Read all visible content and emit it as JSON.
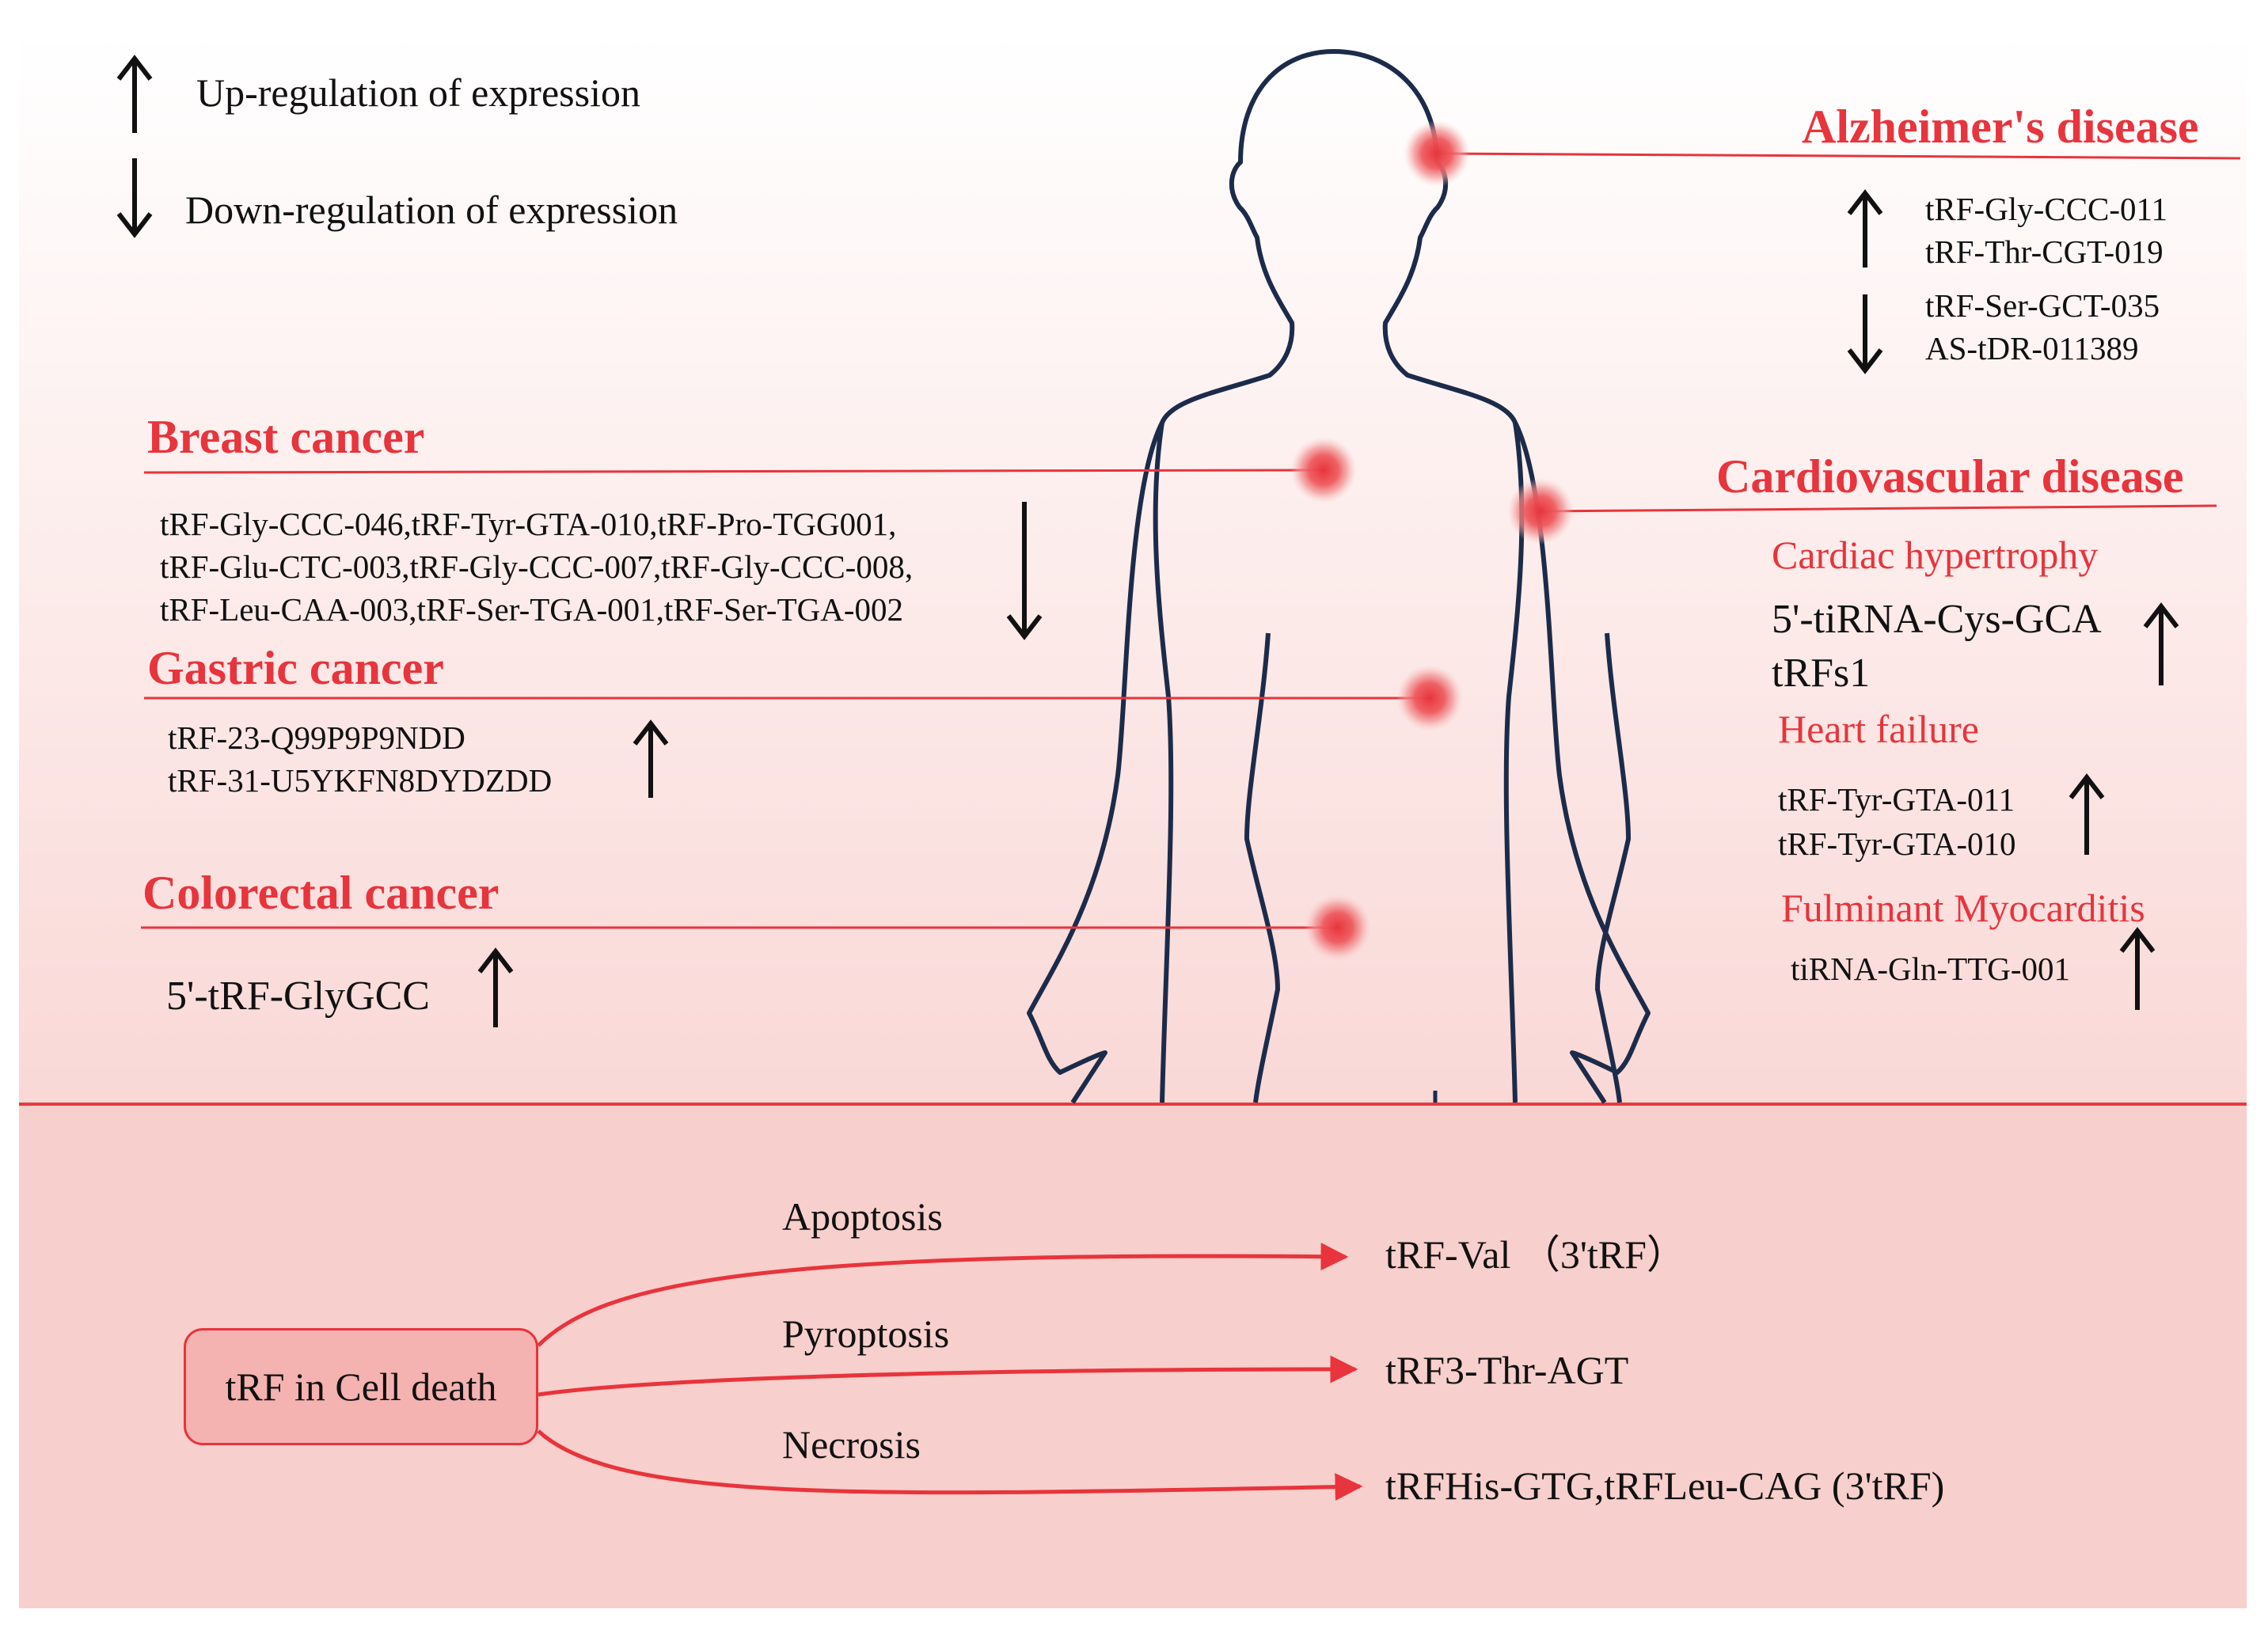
{
  "legend": {
    "up": "Up-regulation of expression",
    "down": "Down-regulation of expression"
  },
  "diseases": {
    "alzheimers": {
      "title": "Alzheimer's disease",
      "up_items": [
        "tRF-Gly-CCC-011",
        "tRF-Thr-CGT-019"
      ],
      "down_items": [
        "tRF-Ser-GCT-035",
        "AS-tDR-011389"
      ]
    },
    "breast": {
      "title": "Breast cancer",
      "down_items": [
        "tRF-Gly-CCC-046,tRF-Tyr-GTA-010,tRF-Pro-TGG001,",
        "tRF-Glu-CTC-003,tRF-Gly-CCC-007,tRF-Gly-CCC-008,",
        "tRF-Leu-CAA-003,tRF-Ser-TGA-001,tRF-Ser-TGA-002"
      ]
    },
    "gastric": {
      "title": "Gastric cancer",
      "up_items": [
        "tRF-23-Q99P9P9NDD",
        "tRF-31-U5YKFN8DYDZDD"
      ]
    },
    "colorectal": {
      "title": "Colorectal cancer",
      "up_items": [
        "5'-tRF-GlyGCC"
      ]
    },
    "cardiovascular": {
      "title": "Cardiovascular disease",
      "subs": {
        "hypertrophy": {
          "title": "Cardiac hypertrophy",
          "up_items": [
            "5'-tiRNA-Cys-GCA",
            "tRFs1"
          ]
        },
        "heart_failure": {
          "title": "Heart failure",
          "up_items": [
            "tRF-Tyr-GTA-011",
            "tRF-Tyr-GTA-010"
          ]
        },
        "myocarditis": {
          "title": "Fulminant Myocarditis",
          "up_items": [
            "tiRNA-Gln-TTG-001"
          ]
        }
      }
    }
  },
  "cell_death": {
    "box_label": "tRF in Cell death",
    "pathways": [
      {
        "process": "Apoptosis",
        "target": "tRF-Val （3'tRF）"
      },
      {
        "process": "Pyroptosis",
        "target": "tRF3-Thr-AGT"
      },
      {
        "process": "Necrosis",
        "target": "tRFHis-GTG,tRFLeu-CAG (3'tRF)"
      }
    ]
  },
  "colors": {
    "accent_red": "#e8343c",
    "body_outline": "#1c2b4a",
    "top_gradient_end": "#f9d8d6",
    "bottom_panel": "#f7cfcc",
    "box_fill": "#f4b2b0"
  }
}
